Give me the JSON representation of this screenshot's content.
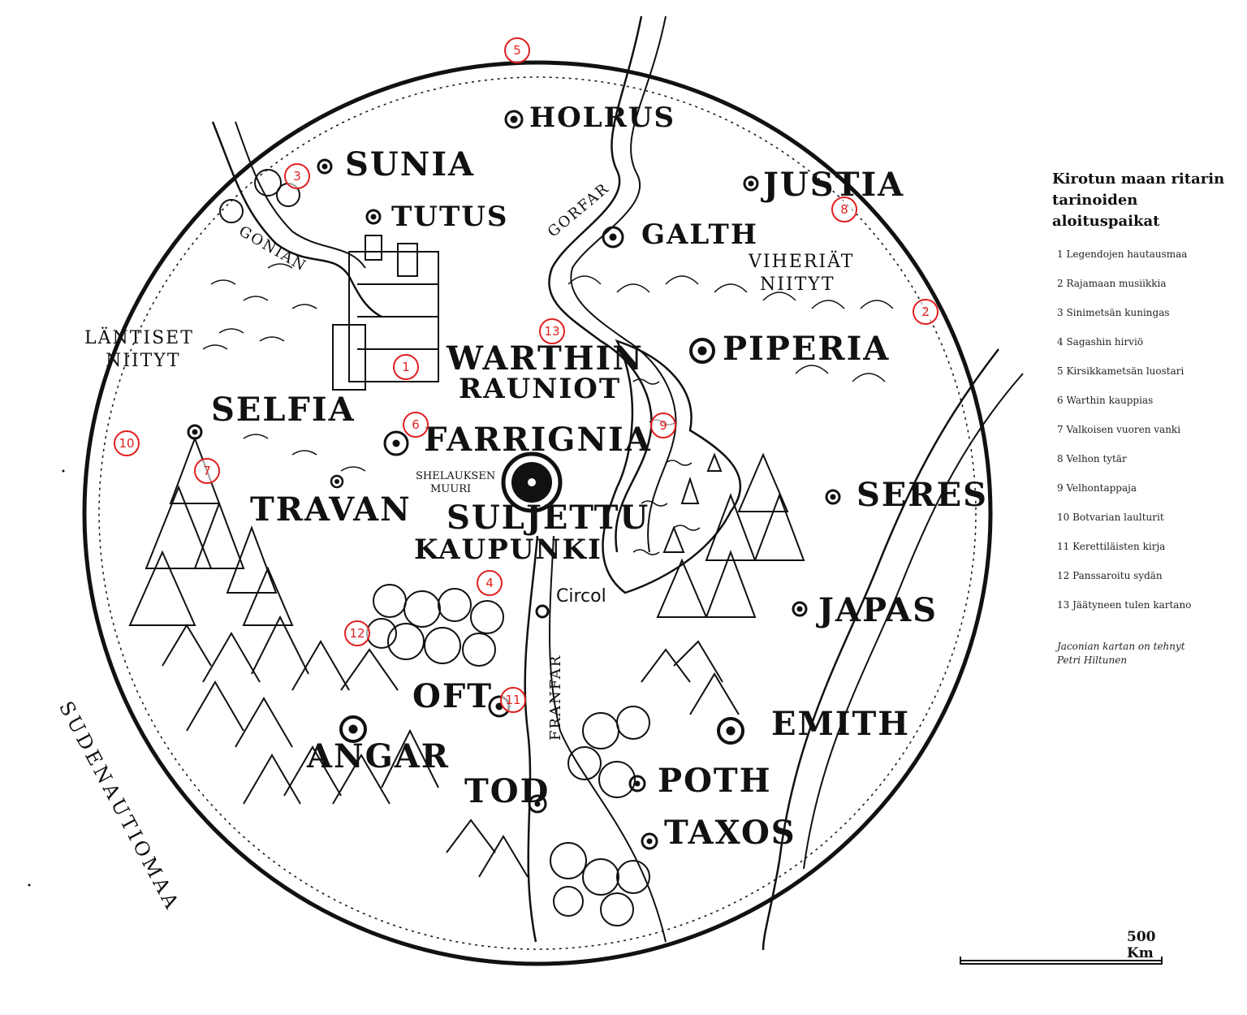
{
  "map": {
    "places": {
      "holrus": "HOLRUS",
      "sunia": "SUNIA",
      "justia": "JUSTIA",
      "tutus": "TUTUS",
      "galth": "GALTH",
      "piperia": "PIPERIA",
      "warthin": "WARTHIN",
      "rauniot": "RAUNIOT",
      "selfia": "SELFIA",
      "farrignia": "FARRIGNIA",
      "travan": "TRAVAN",
      "seres": "SERES",
      "suljettu": "SULJETTU",
      "kaupunki": "KAUPUNKI",
      "circol": "Circol",
      "japas": "JAPAS",
      "oft": "OFT",
      "emith": "EMITH",
      "angar": "ANGAR",
      "tod": "TOD",
      "poth": "POTH",
      "taxos": "TAXOS"
    },
    "regions": {
      "lantiset_1": "LÄNTISET",
      "lantiset_2": "NIITYT",
      "viheriat_1": "VIHERIÄT",
      "viheriat_2": "NIITYT",
      "sudenautiomaa": "SUDENAUTIOMAA",
      "shelauksen_1": "SHELAUKSEN",
      "shelauksen_2": "MUURI"
    },
    "rivers": {
      "gonian": "GONIAN",
      "gorfar": "GORFAR",
      "franfar": "FRANFAR"
    },
    "markers": [
      "1",
      "2",
      "3",
      "4",
      "5",
      "6",
      "7",
      "8",
      "9",
      "10",
      "11",
      "12",
      "13"
    ],
    "marker_color": "#e02020"
  },
  "legend": {
    "title_lines": [
      "Kirotun maan ritarin",
      "tarinoiden",
      "aloituspaikat"
    ],
    "items": [
      "1  Legendojen hautausmaa",
      "2  Rajamaan musiikkia",
      "3  Sinimetsän kuningas",
      "4  Sagashin hirviö",
      "5  Kirsikkametsän luostari",
      "6  Warthin kauppias",
      "7  Valkoisen vuoren vanki",
      "8  Velhon tytär",
      "9  Velhontappaja",
      "10  Botvarian laulturit",
      "11  Kerettiläisten kirja",
      "12  Panssaroitu sydän",
      "13  Jäätyneen tulen kartano"
    ],
    "credit_lines": [
      "Jaconian kartan on tehnyt",
      "Petri Hiltunen"
    ]
  },
  "scale": {
    "label": "500 Km"
  }
}
